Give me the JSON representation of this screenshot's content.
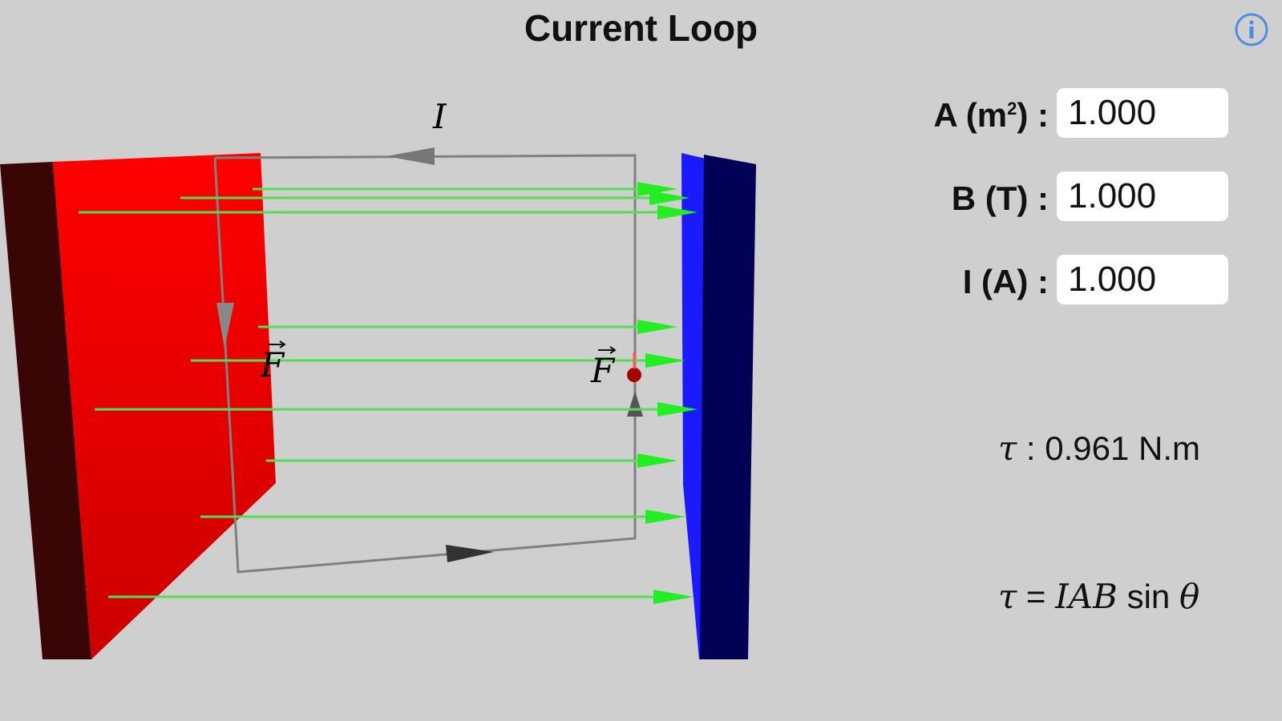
{
  "title": "Current Loop",
  "info_icon": "info-icon",
  "inputs": [
    {
      "label": "A (m",
      "sup": "2",
      "label_end": ") :",
      "value": "1.000"
    },
    {
      "label": "B (T) :",
      "value": "1.000"
    },
    {
      "label": "I (A) :",
      "value": "1.000"
    }
  ],
  "torque": {
    "symbol": "τ",
    "sep": " : ",
    "value": "0.961",
    "unit": "N.m"
  },
  "formula": {
    "lhs": "τ",
    "eq": " = ",
    "rhs": "IAB",
    "func": " sin ",
    "angle": "θ"
  },
  "scene": {
    "current_label": "I",
    "force_label_left": "F",
    "force_label_right": "F",
    "colors": {
      "north": "#ff0000",
      "south": "#0a0a6a",
      "field": "#22ee22",
      "loop": "#808080"
    }
  }
}
